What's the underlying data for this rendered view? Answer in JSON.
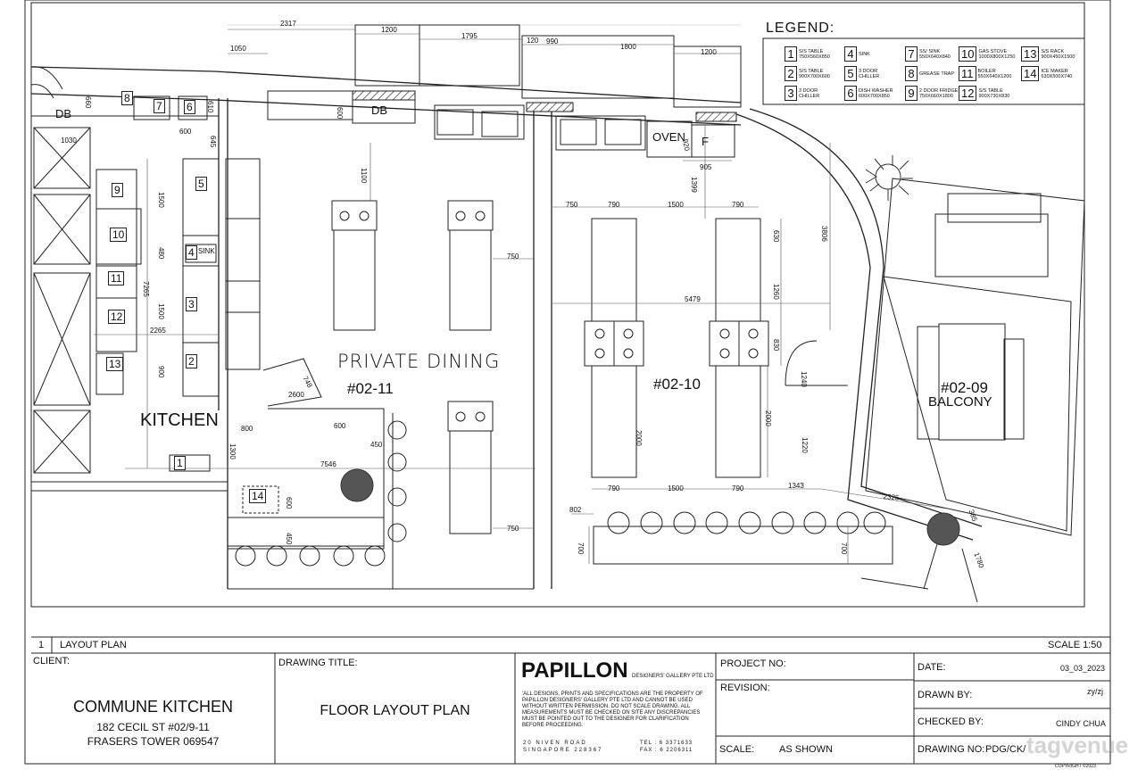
{
  "legend": {
    "title": "LEGEND:",
    "items": [
      {
        "num": "1",
        "text": "S/S TABLE 750X560X850"
      },
      {
        "num": "2",
        "text": "S/S TABLE 900X700X600"
      },
      {
        "num": "3",
        "text": "3 DOOR CHILLER"
      },
      {
        "num": "4",
        "text": "SINK"
      },
      {
        "num": "5",
        "text": "3 DOOR CHILLER"
      },
      {
        "num": "6",
        "text": "DISH WASHER 600X700X850"
      },
      {
        "num": "7",
        "text": "SS/ SINK 550X640X840"
      },
      {
        "num": "8",
        "text": "GREASE TRAP"
      },
      {
        "num": "9",
        "text": "2 DOOR FRIDGE 750X660X1800"
      },
      {
        "num": "10",
        "text": "GAS STOVE 1000X800X1250"
      },
      {
        "num": "11",
        "text": "BOILER 550X640X1200"
      },
      {
        "num": "12",
        "text": "S/S TABLE 900X730X830"
      },
      {
        "num": "13",
        "text": "S/S RACK 900X450X1500"
      },
      {
        "num": "14",
        "text": "ICE MAKER 630X500X740"
      }
    ]
  },
  "plan": {
    "rooms": {
      "private_dining": "PRIVATE DINING",
      "unit_11": "#02-11",
      "unit_10": "#02-10",
      "unit_09": "#02-09",
      "balcony": "BALCONY",
      "kitchen": "KITCHEN",
      "db1": "DB",
      "db2": "DB",
      "oven": "OVEN",
      "f": "F",
      "sink": "SINK"
    },
    "equipment_tags": [
      "1",
      "2",
      "3",
      "4",
      "5",
      "6",
      "7",
      "8",
      "9",
      "10",
      "11",
      "12",
      "13",
      "14"
    ],
    "dimensions": {
      "d2317": "2317",
      "d1200a": "1200",
      "d1795": "1795",
      "d120": "120",
      "d990": "990",
      "d1800": "1800",
      "d1200b": "1200",
      "d1050": "1050",
      "d660": "660",
      "d610": "610",
      "d600a": "600",
      "d645": "645",
      "d1030": "1030",
      "d600b": "600",
      "d1100": "1100",
      "d1500a": "1500",
      "d480": "480",
      "d7265": "7265",
      "d1500b": "1500",
      "d2265": "2265",
      "d900": "900",
      "d748": "748",
      "d2600": "2600",
      "d800": "800",
      "d600c": "600",
      "d450a": "450",
      "d1300": "1300",
      "d7546": "7546",
      "d600d": "600",
      "d450b": "450",
      "d750a": "750",
      "d750b": "750",
      "d750c": "750",
      "d790a": "790",
      "d1500c": "1500",
      "d790b": "790",
      "d905": "905",
      "d1399": "1399",
      "d920": "920",
      "d630": "630",
      "d1260": "1260",
      "d830": "830",
      "d5479": "5479",
      "d2000a": "2000",
      "d2000b": "2000",
      "d790c": "790",
      "d1500d": "1500",
      "d790d": "790",
      "d1343": "1343",
      "d802": "802",
      "d700a": "700",
      "d700b": "700",
      "d3806": "3806",
      "d1240": "1240",
      "d1220": "1220",
      "d2325": "2325",
      "d385": "385",
      "d1780": "1780"
    }
  },
  "title_block": {
    "view_number": "1",
    "view_title": "LAYOUT PLAN",
    "scale_note": "SCALE 1:50",
    "client_label": "CLIENT:",
    "client_name": "COMMUNE KITCHEN",
    "address_line1": "182 CECIL ST  #02/9-11",
    "address_line2": "FRASERS TOWER 069547",
    "drawing_title_label": "DRAWING TITLE:",
    "drawing_title": "FLOOR LAYOUT PLAN",
    "logo_main": "PAPILLON",
    "logo_sub": "DESIGNERS' GALLERY PTE LTD",
    "disclaimer": "'ALL DESIGNS, PRINTS AND SPECIFICATIONS ARE THE PROPERTY OF PAPILLON DESIGNERS' GALLERY PTE LTD AND CANNOT BE USED WITHOUT WRITTEN PERMISSION. DO NOT SCALE DRAWING. ALL MEASUREMENTS MUST BE CHECKED ON SITE ANY DISCREPANCIES MUST BE POINTED OUT TO THE DESIGNER FOR CLARIFICATION BEFORE PROCEEDING.",
    "firm_address1": "20 NIVEN ROAD",
    "firm_address2": "SINGAPORE 228367",
    "tel": "TEL : 6 3371633",
    "fax": "FAX : 6 2206311",
    "project_no_label": "PROJECT NO:",
    "revision_label": "REVISION:",
    "scale_label": "SCALE:",
    "scale_value": "AS SHOWN",
    "date_label": "DATE:",
    "date_value": "03_03_2023",
    "drawn_by_label": "DRAWN BY:",
    "drawn_by_value": "zy/zj",
    "checked_by_label": "CHECKED BY:",
    "checked_by_value": "CINDY CHUA",
    "drawing_no_label": "DRAWING NO:",
    "drawing_no_value": "PDG/CK/",
    "watermark": "tagvenue",
    "copyright": "COPYRIGHT ©2023"
  }
}
